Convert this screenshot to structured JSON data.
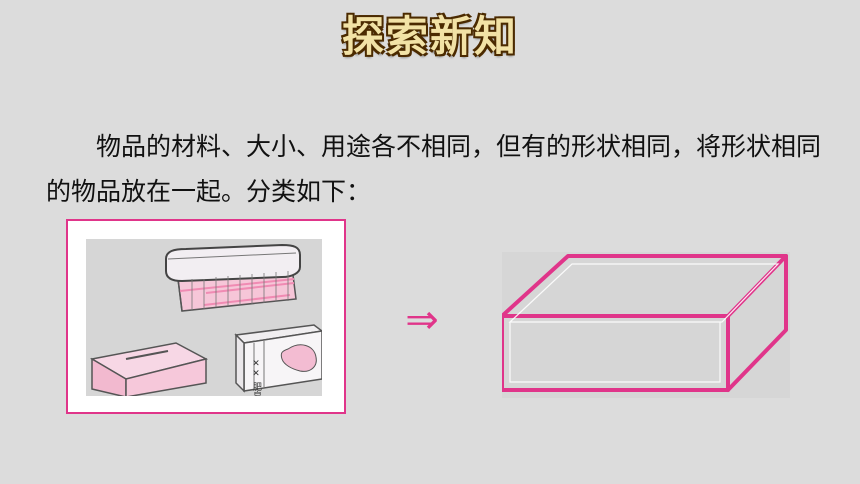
{
  "slide": {
    "title": "探索新知",
    "paragraph": "物品的材料、大小、用途各不相同，但有的形状相同，将形状相同的物品放在一起。分类如下：",
    "arrow_symbol": "⇒",
    "soap_label": "✕✕ 肥皂",
    "colors": {
      "background": "#dcdcdc",
      "accent_pink": "#e0358a",
      "title_fill": "#f2e2a6",
      "title_outline": "#4b2a00"
    },
    "icons": {
      "tray_box": "rectangular-box-icon",
      "tissue_box": "tissue-box-icon",
      "soap_box": "soap-box-icon",
      "cuboid": "cuboid-shape-icon"
    }
  }
}
